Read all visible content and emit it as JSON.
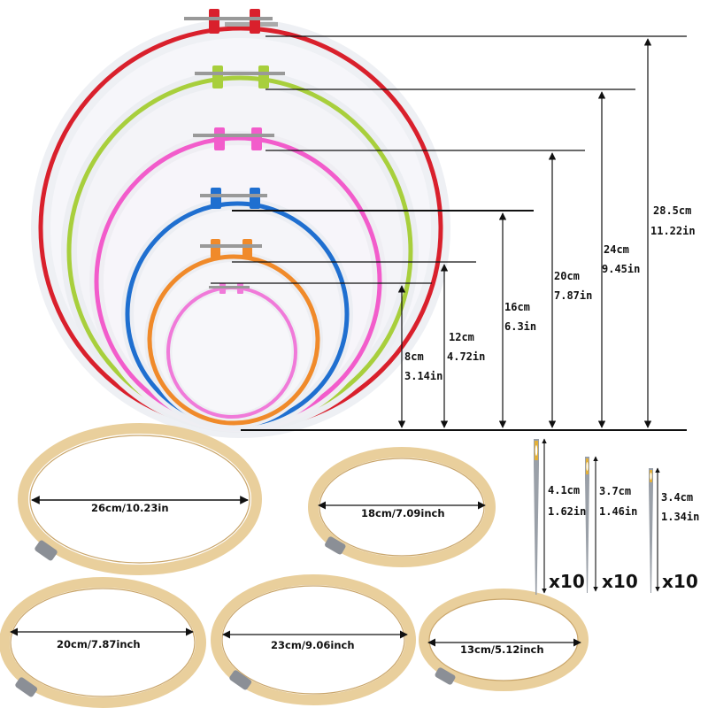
{
  "colors": {
    "red": "#d9202c",
    "green": "#a8cf3c",
    "pink": "#f25ccb",
    "blue": "#1f6fd0",
    "orange": "#f08a2a",
    "light_pink": "#f07ad9",
    "bamboo": "#e9cf9c",
    "bamboo_dark": "#c9a56a"
  },
  "plastic_hoops": [
    {
      "color": "red",
      "cm": "28.5cm",
      "inch": "11.22in"
    },
    {
      "color": "green",
      "cm": "24cm",
      "inch": "9.45in"
    },
    {
      "color": "pink",
      "cm": "20cm",
      "inch": "7.87in"
    },
    {
      "color": "blue",
      "cm": "16cm",
      "inch": "6.3in"
    },
    {
      "color": "orange",
      "cm": "12cm",
      "inch": "4.72in"
    },
    {
      "color": "light_pink",
      "cm": "8cm",
      "inch": "3.14in"
    }
  ],
  "bamboo_hoops": [
    {
      "label": "26cm/10.23in"
    },
    {
      "label": "18cm/7.09inch"
    },
    {
      "label": "20cm/7.87inch"
    },
    {
      "label": "23cm/9.06inch"
    },
    {
      "label": "13cm/5.12inch"
    }
  ],
  "needles": [
    {
      "cm": "4.1cm",
      "inch": "1.62in",
      "qty": "x10"
    },
    {
      "cm": "3.7cm",
      "inch": "1.46in",
      "qty": "x10"
    },
    {
      "cm": "3.4cm",
      "inch": "1.34in",
      "qty": "x10"
    }
  ]
}
